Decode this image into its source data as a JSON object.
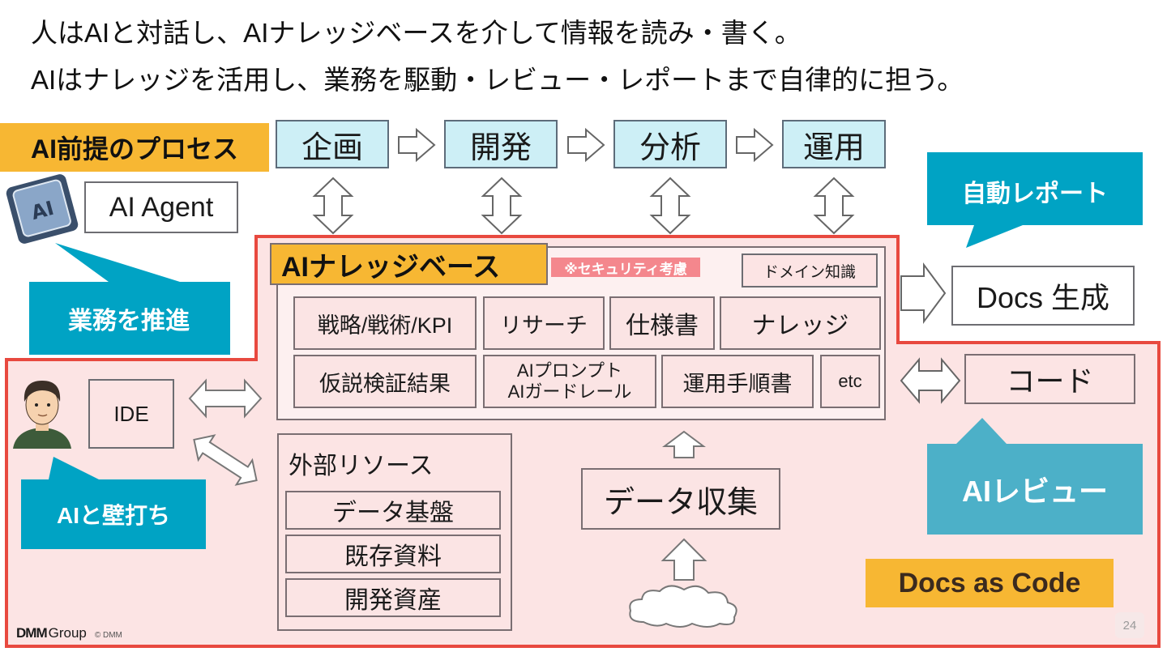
{
  "headline": {
    "line1": "人はAIと対話し、AIナレッジベースを介して情報を読み・書く。",
    "line2": "AIはナレッジを活用し、業務を駆動・レビュー・レポートまで自律的に担う。"
  },
  "process": {
    "title": "AI前提のプロセス",
    "steps": [
      "企画",
      "開発",
      "分析",
      "運用"
    ]
  },
  "agent": {
    "chip_label": "AI",
    "label": "AI Agent"
  },
  "callouts": {
    "business": "業務を推進",
    "wall": "AIと壁打ち",
    "report": "自動レポート",
    "review": "AIレビュー"
  },
  "knowledge_base": {
    "title": "AIナレッジベース",
    "security_note": "※セキュリティ考慮",
    "domain": "ドメイン知識",
    "row1": [
      "戦略/戦術/KPI",
      "リサーチ",
      "仕様書",
      "ナレッジ"
    ],
    "row2": [
      "仮説検証結果",
      "AIプロンプト\nAIガードレール",
      "運用手順書",
      "etc"
    ]
  },
  "ide": "IDE",
  "external": {
    "title": "外部リソース",
    "items": [
      "データ基盤",
      "既存資料",
      "開発資産"
    ]
  },
  "data_collection": "データ収集",
  "docs_gen": "Docs 生成",
  "code": "コード",
  "docs_as_code": "Docs as Code",
  "footer": {
    "brand": "DMM",
    "group": "Group",
    "copyright": "© DMM",
    "page": "24"
  },
  "colors": {
    "proc_fill": "#cdeff6",
    "teal": "#00a3c4",
    "review_teal": "#4cb0c8",
    "yellow": "#f7b733",
    "red_border": "#e8493f",
    "pink_fill": "#fce4e4"
  }
}
